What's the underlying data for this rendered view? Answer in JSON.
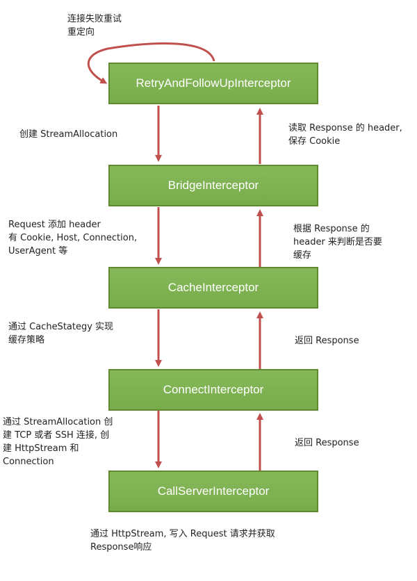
{
  "boxes": [
    "RetryAndFollowUpInterceptor",
    "BridgeInterceptor",
    "CacheInterceptor",
    "ConnectInterceptor",
    "CallServerInterceptor"
  ],
  "labels": {
    "retry": "连接失败重试\n重定向",
    "down1": "创建 StreamAllocation",
    "up1": "读取 Response 的 header,\n保存 Cookie",
    "down2": "Request 添加 header\n有 Cookie, Host, Connection,\nUserAgent 等",
    "up2": "根据 Response 的\nheader 来判断是否要\n缓存",
    "down3": "通过 CacheStategy 实现\n缓存策略",
    "up3": "返回 Response",
    "down4": "通过 StreamAllocation 创\n建 TCP 或者 SSH 连接, 创\n建 HttpStream 和\nConnection",
    "up4": "返回 Response",
    "bottom": "通过 HttpStream, 写入 Request 请求并获取\nResponse响应"
  },
  "colors": {
    "box_fill": "#7bb04d",
    "box_border": "#5f8a2f",
    "arrow": "#c0504d"
  }
}
